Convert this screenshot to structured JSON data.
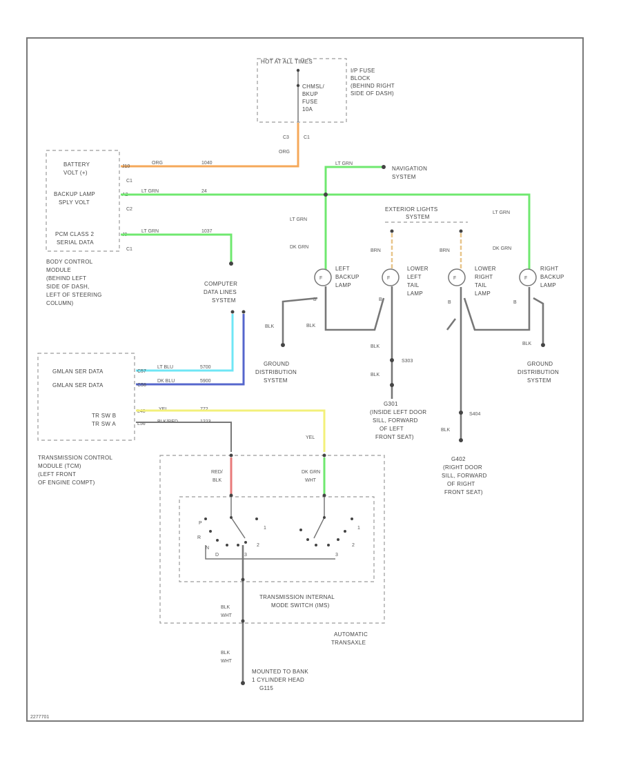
{
  "colors": {
    "orange": "#f5a85a",
    "green": "#6fe86f",
    "cyan": "#6fe6f5",
    "blue": "#5566cc",
    "yellow": "#f3f07a",
    "red": "#e87a7a",
    "tan": "#e8c58a",
    "ground": "#777777",
    "border": "#777777"
  },
  "fuse": {
    "header": "HOT AT ALL TIMES",
    "name": [
      "CHMSL/",
      "BKUP",
      "FUSE",
      "10A"
    ],
    "location": [
      "I/P FUSE",
      "BLOCK",
      "(BEHIND RIGHT",
      "SIDE OF DASH)"
    ],
    "c3": "C3",
    "c1": "C1",
    "wire": "ORG"
  },
  "bcm": {
    "pins": [
      {
        "label": [
          "BATTERY",
          "VOLT (+)"
        ],
        "pin": "J10",
        "wire": "ORG",
        "circuit": "1040",
        "conn": "C1"
      },
      {
        "label": [
          "BACKUP LAMP",
          "SPLY VOLT"
        ],
        "pin": "A2",
        "wire": "LT GRN",
        "circuit": "24",
        "conn": "C2"
      },
      {
        "label": [
          "PCM CLASS 2",
          "SERIAL DATA"
        ],
        "pin": "J9",
        "wire": "LT GRN",
        "circuit": "1037",
        "conn": "C1"
      }
    ],
    "description": [
      "BODY CONTROL",
      "MODULE",
      "(BEHIND LEFT",
      "SIDE OF DASH,",
      "LEFT OF STEERING",
      "COLUMN)"
    ]
  },
  "computer_data": [
    "COMPUTER",
    "DATA LINES",
    "SYSTEM"
  ],
  "navigation": {
    "wire": "LT GRN",
    "label": [
      "NAVIGATION",
      "SYSTEM"
    ]
  },
  "exterior_lights": [
    "EXTERIOR LIGHTS",
    "SYSTEM"
  ],
  "lamps": [
    {
      "top_wire": "LT GRN",
      "bottom_wire": "DK GRN",
      "label": [
        "LEFT",
        "BACKUP",
        "LAMP"
      ],
      "pin": "B"
    },
    {
      "top_wire": "",
      "bottom_wire": "BRN",
      "label": [
        "LOWER",
        "LEFT",
        "TAIL",
        "LAMP"
      ],
      "pin": "B"
    },
    {
      "top_wire": "",
      "bottom_wire": "BRN",
      "label": [
        "LOWER",
        "RIGHT",
        "TAIL",
        "LAMP"
      ],
      "pin": "B"
    },
    {
      "top_wire": "LT GRN",
      "bottom_wire": "DK GRN",
      "label": [
        "RIGHT",
        "BACKUP",
        "LAMP"
      ],
      "pin": "B"
    }
  ],
  "grounds": {
    "blk": "BLK",
    "s303": "S303",
    "s404": "S404",
    "gnd_left": [
      "GROUND",
      "DISTRIBUTION",
      "SYSTEM"
    ],
    "gnd_right": [
      "GROUND",
      "DISTRIBUTION",
      "SYSTEM"
    ],
    "g301": [
      "G301",
      "(INSIDE LEFT DOOR",
      "SILL, FORWARD",
      "OF LEFT",
      "FRONT SEAT)"
    ],
    "g402": [
      "G402",
      "(RIGHT DOOR",
      "SILL, FORWARD",
      "OF RIGHT",
      "FRONT SEAT)"
    ]
  },
  "tcm": {
    "pins": [
      {
        "label": "GMLAN SER DATA",
        "pin": "C57",
        "wire": "LT BLU",
        "circuit": "5700"
      },
      {
        "label": "GMLAN SER DATA",
        "pin": "C58",
        "wire": "DK BLU",
        "circuit": "5900"
      },
      {
        "label": "TR SW B",
        "pin": "L48",
        "wire": "YEL",
        "circuit": "772"
      },
      {
        "label": "TR SW A",
        "pin": "L56",
        "wire": "BLK/RED",
        "circuit": "1223"
      }
    ],
    "description": [
      "TRANSMISSION CONTROL",
      "MODULE (TCM)",
      "(LEFT FRONT",
      "OF ENGINE COMPT)"
    ]
  },
  "trans": {
    "red_wire": [
      "RED/",
      "BLK"
    ],
    "dkgrn_wire": [
      "DK GRN",
      "WHT"
    ],
    "yel": "YEL",
    "switch_name": [
      "TRANSMISSION INTERNAL",
      "MODE SWITCH (IMS)"
    ],
    "module_name": [
      "AUTOMATIC",
      "TRANSAXLE"
    ],
    "blk_wht": [
      "BLK",
      "WHT"
    ],
    "ground": [
      "MOUNTED TO BANK",
      "1 CYLINDER HEAD",
      "G115"
    ],
    "pos_left": [
      "P",
      "R",
      "N",
      "D"
    ],
    "pos_right": [
      "1",
      "2",
      "3"
    ]
  },
  "footer": "2277701"
}
